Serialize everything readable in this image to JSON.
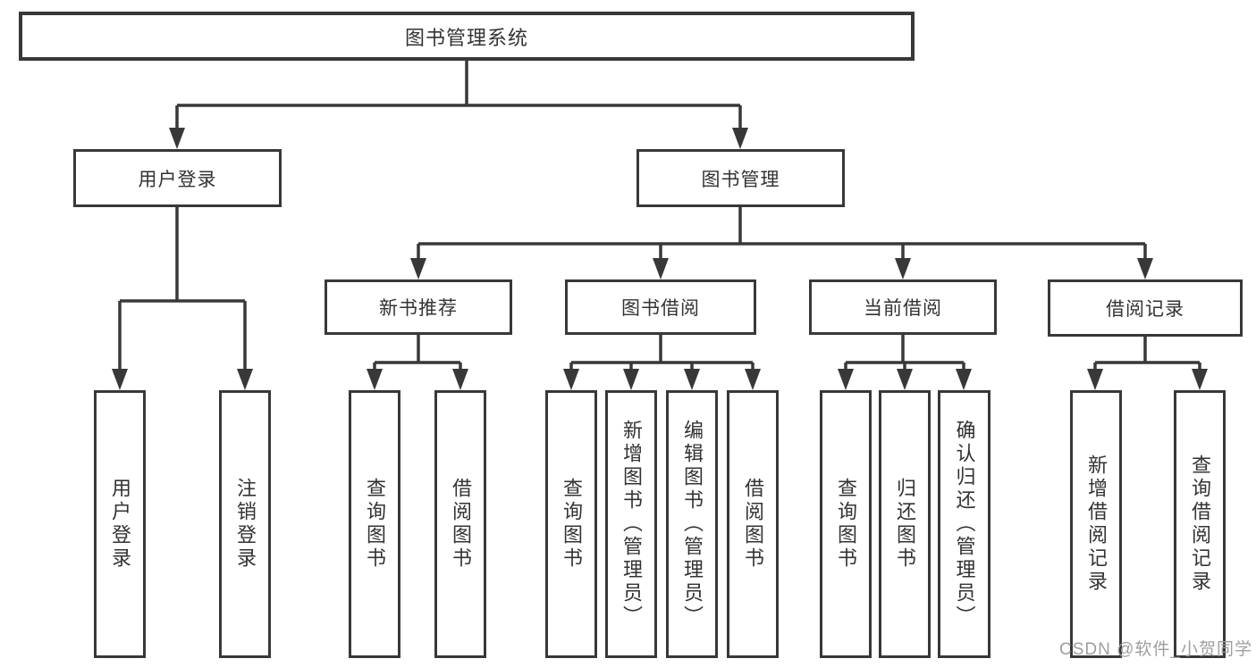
{
  "diagram": {
    "title": "图书管理系统",
    "type": "hierarchy-tree",
    "colors": {
      "line": "#383838",
      "text": "#333333",
      "watermark": "#9e9e9e",
      "background": "#ffffff"
    },
    "tree": {
      "label": "图书管理系统",
      "children": [
        {
          "label": "用户登录",
          "children": [
            {
              "label": "用户登录"
            },
            {
              "label": "注销登录"
            }
          ]
        },
        {
          "label": "图书管理",
          "children": [
            {
              "label": "新书推荐",
              "children": [
                {
                  "label": "查询图书"
                },
                {
                  "label": "借阅图书"
                }
              ]
            },
            {
              "label": "图书借阅",
              "children": [
                {
                  "label": "查询图书"
                },
                {
                  "label": "新增图书（管理员）"
                },
                {
                  "label": "编辑图书（管理员）"
                },
                {
                  "label": "借阅图书"
                }
              ]
            },
            {
              "label": "当前借阅",
              "children": [
                {
                  "label": "查询图书"
                },
                {
                  "label": "归还图书"
                },
                {
                  "label": "确认归还（管理员）"
                }
              ]
            },
            {
              "label": "借阅记录",
              "children": [
                {
                  "label": "新增借阅记录"
                },
                {
                  "label": "查询借阅记录"
                }
              ]
            }
          ]
        }
      ]
    },
    "watermark": "CSDN @软件_小贺同学"
  }
}
